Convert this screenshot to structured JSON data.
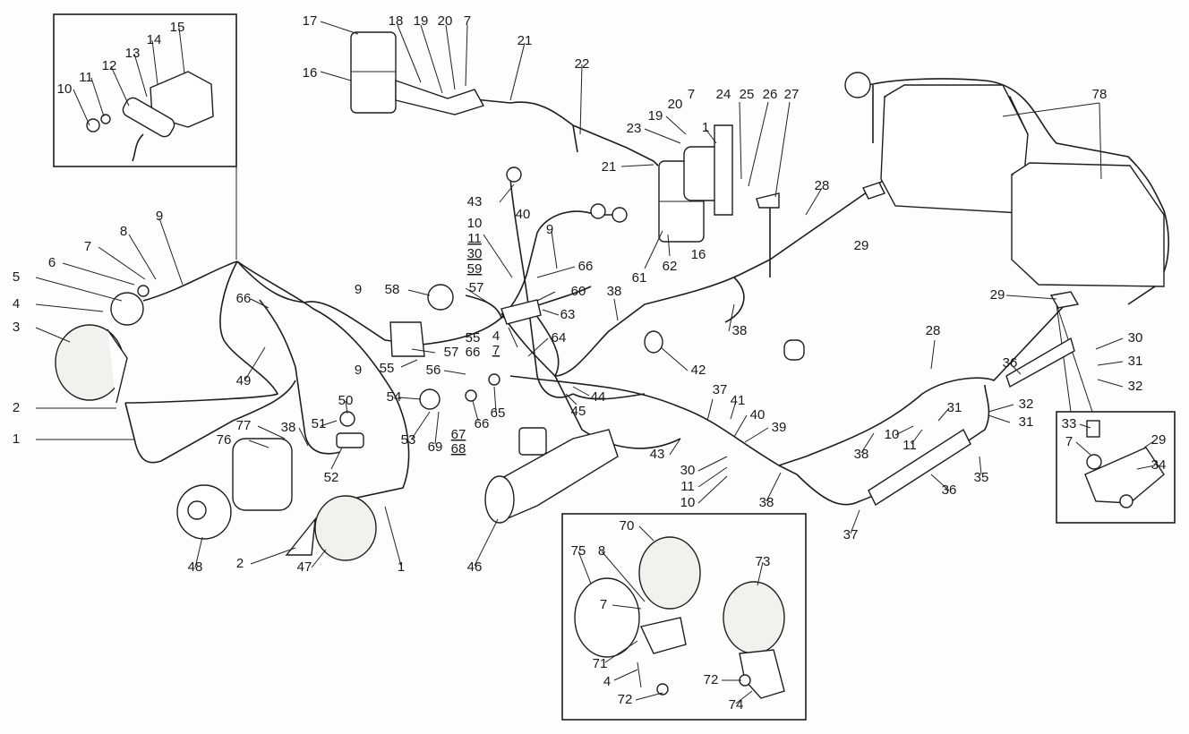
{
  "diagram": {
    "labels": [
      {
        "id": "c1",
        "text": "1"
      },
      {
        "id": "c2",
        "text": "2"
      },
      {
        "id": "c3",
        "text": "3"
      },
      {
        "id": "c4",
        "text": "4"
      },
      {
        "id": "c5",
        "text": "5"
      },
      {
        "id": "c6",
        "text": "6"
      },
      {
        "id": "c7",
        "text": "7"
      },
      {
        "id": "c8",
        "text": "8"
      },
      {
        "id": "c9",
        "text": "9"
      },
      {
        "id": "c10",
        "text": "10"
      },
      {
        "id": "c11",
        "text": "11"
      },
      {
        "id": "c12",
        "text": "12"
      },
      {
        "id": "c13",
        "text": "13"
      },
      {
        "id": "c14",
        "text": "14"
      },
      {
        "id": "c15",
        "text": "15"
      },
      {
        "id": "c16",
        "text": "16"
      },
      {
        "id": "c17",
        "text": "17"
      },
      {
        "id": "c18",
        "text": "18"
      },
      {
        "id": "c19",
        "text": "19"
      },
      {
        "id": "c20",
        "text": "20"
      },
      {
        "id": "c7b",
        "text": "7"
      },
      {
        "id": "c21",
        "text": "21"
      },
      {
        "id": "c22",
        "text": "22"
      },
      {
        "id": "c21b",
        "text": "21"
      },
      {
        "id": "c23",
        "text": "23"
      },
      {
        "id": "c19b",
        "text": "19"
      },
      {
        "id": "c20b",
        "text": "20"
      },
      {
        "id": "c7c",
        "text": "7"
      },
      {
        "id": "c1b",
        "text": "1"
      },
      {
        "id": "c24",
        "text": "24"
      },
      {
        "id": "c25",
        "text": "25"
      },
      {
        "id": "c26",
        "text": "26"
      },
      {
        "id": "c27",
        "text": "27"
      },
      {
        "id": "c16b",
        "text": "16"
      },
      {
        "id": "c61",
        "text": "61"
      },
      {
        "id": "c62",
        "text": "62"
      },
      {
        "id": "c28",
        "text": "28"
      },
      {
        "id": "c29",
        "text": "29"
      },
      {
        "id": "c78",
        "text": "78"
      },
      {
        "id": "c43",
        "text": "43"
      },
      {
        "id": "c40",
        "text": "40"
      },
      {
        "id": "c10b",
        "text": "10"
      },
      {
        "id": "c11b",
        "text": "11"
      },
      {
        "id": "c30b",
        "text": "30"
      },
      {
        "id": "c59",
        "text": "59"
      },
      {
        "id": "c9b",
        "text": "9"
      },
      {
        "id": "c66",
        "text": "66"
      },
      {
        "id": "c60",
        "text": "60"
      },
      {
        "id": "c63",
        "text": "63"
      },
      {
        "id": "c57",
        "text": "57"
      },
      {
        "id": "c58",
        "text": "58"
      },
      {
        "id": "c9c",
        "text": "9"
      },
      {
        "id": "c38",
        "text": "38"
      },
      {
        "id": "c38b",
        "text": "38"
      },
      {
        "id": "c66b",
        "text": "66"
      },
      {
        "id": "c55",
        "text": "55"
      },
      {
        "id": "c4b",
        "text": "4"
      },
      {
        "id": "c7d",
        "text": "7"
      },
      {
        "id": "c64",
        "text": "64"
      },
      {
        "id": "c66c",
        "text": "66"
      },
      {
        "id": "c57b",
        "text": "57"
      },
      {
        "id": "c55b",
        "text": "55"
      },
      {
        "id": "c56",
        "text": "56"
      },
      {
        "id": "c42",
        "text": "42"
      },
      {
        "id": "c9d",
        "text": "9"
      },
      {
        "id": "c54",
        "text": "54"
      },
      {
        "id": "c44",
        "text": "44"
      },
      {
        "id": "c45",
        "text": "45"
      },
      {
        "id": "c65",
        "text": "65"
      },
      {
        "id": "c66d",
        "text": "66"
      },
      {
        "id": "c53",
        "text": "53"
      },
      {
        "id": "c69",
        "text": "69"
      },
      {
        "id": "c67",
        "text": "67"
      },
      {
        "id": "c68",
        "text": "68"
      },
      {
        "id": "c49",
        "text": "49"
      },
      {
        "id": "c50",
        "text": "50"
      },
      {
        "id": "c51",
        "text": "51"
      },
      {
        "id": "c52",
        "text": "52"
      },
      {
        "id": "c77",
        "text": "77"
      },
      {
        "id": "c76",
        "text": "76"
      },
      {
        "id": "c38c",
        "text": "38"
      },
      {
        "id": "c37",
        "text": "37"
      },
      {
        "id": "c41",
        "text": "41"
      },
      {
        "id": "c40b",
        "text": "40"
      },
      {
        "id": "c39",
        "text": "39"
      },
      {
        "id": "c43b",
        "text": "43"
      },
      {
        "id": "c30c",
        "text": "30"
      },
      {
        "id": "c11c",
        "text": "11"
      },
      {
        "id": "c10c",
        "text": "10"
      },
      {
        "id": "c38d",
        "text": "38"
      },
      {
        "id": "c46",
        "text": "46"
      },
      {
        "id": "c28b",
        "text": "28"
      },
      {
        "id": "c36",
        "text": "36"
      },
      {
        "id": "c30",
        "text": "30"
      },
      {
        "id": "c31",
        "text": "31"
      },
      {
        "id": "c32",
        "text": "32"
      },
      {
        "id": "c29b",
        "text": "29"
      },
      {
        "id": "c32b",
        "text": "32"
      },
      {
        "id": "c31b",
        "text": "31"
      },
      {
        "id": "c31c",
        "text": "31"
      },
      {
        "id": "c10d",
        "text": "10"
      },
      {
        "id": "c11d",
        "text": "11"
      },
      {
        "id": "c38e",
        "text": "38"
      },
      {
        "id": "c33",
        "text": "33"
      },
      {
        "id": "c7e",
        "text": "7"
      },
      {
        "id": "c29c",
        "text": "29"
      },
      {
        "id": "c34",
        "text": "34"
      },
      {
        "id": "c35",
        "text": "35"
      },
      {
        "id": "c36b",
        "text": "36"
      },
      {
        "id": "c37b",
        "text": "37"
      },
      {
        "id": "c48",
        "text": "48"
      },
      {
        "id": "c2b",
        "text": "2"
      },
      {
        "id": "c47",
        "text": "47"
      },
      {
        "id": "c1c",
        "text": "1"
      },
      {
        "id": "c70",
        "text": "70"
      },
      {
        "id": "c75",
        "text": "75"
      },
      {
        "id": "c8b",
        "text": "8"
      },
      {
        "id": "c7f",
        "text": "7"
      },
      {
        "id": "c71",
        "text": "71"
      },
      {
        "id": "c4c",
        "text": "4"
      },
      {
        "id": "c72",
        "text": "72"
      },
      {
        "id": "c73",
        "text": "73"
      },
      {
        "id": "c72b",
        "text": "72"
      },
      {
        "id": "c74",
        "text": "74"
      }
    ]
  }
}
